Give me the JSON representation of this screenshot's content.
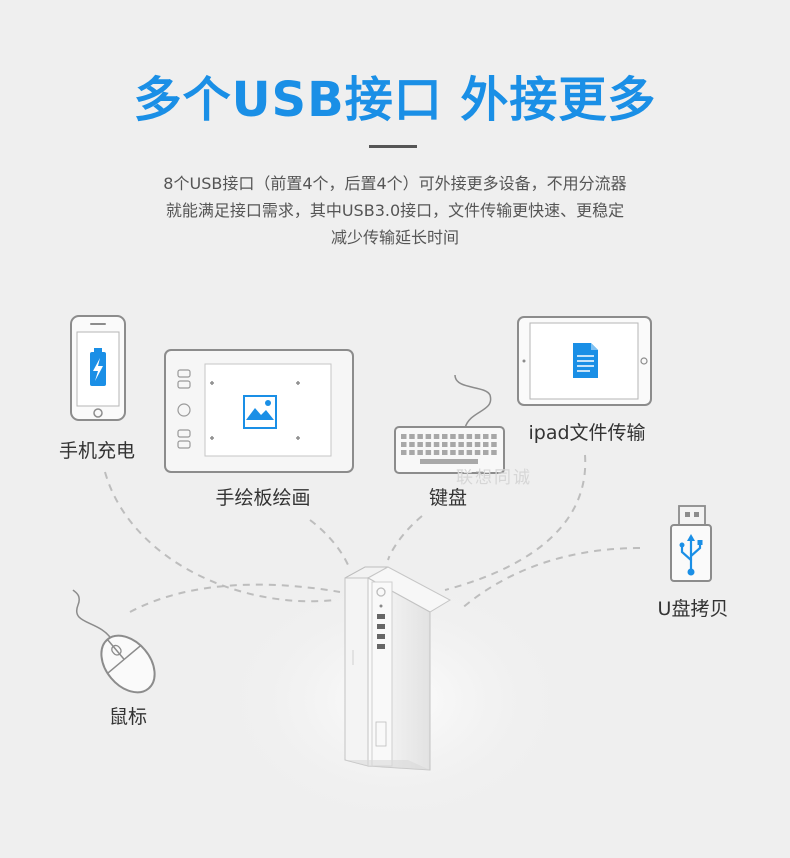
{
  "headline": "多个USB接口 外接更多",
  "description": [
    "8个USB接口（前置4个，后置4个）可外接更多设备，不用分流器",
    "就能满足接口需求，其中USB3.0接口，文件传输更快速、更稳定",
    "减少传输延长时间"
  ],
  "devices": {
    "phone": "手机充电",
    "tablet_drawing": "手绘板绘画",
    "keyboard": "键盘",
    "ipad": "ipad文件传输",
    "usb_drive": "U盘拷贝",
    "mouse": "鼠标"
  },
  "watermark": "联想同诚",
  "colors": {
    "accent": "#1a8fe6",
    "text": "#333333",
    "desc": "#555555",
    "background": "#efefef"
  }
}
